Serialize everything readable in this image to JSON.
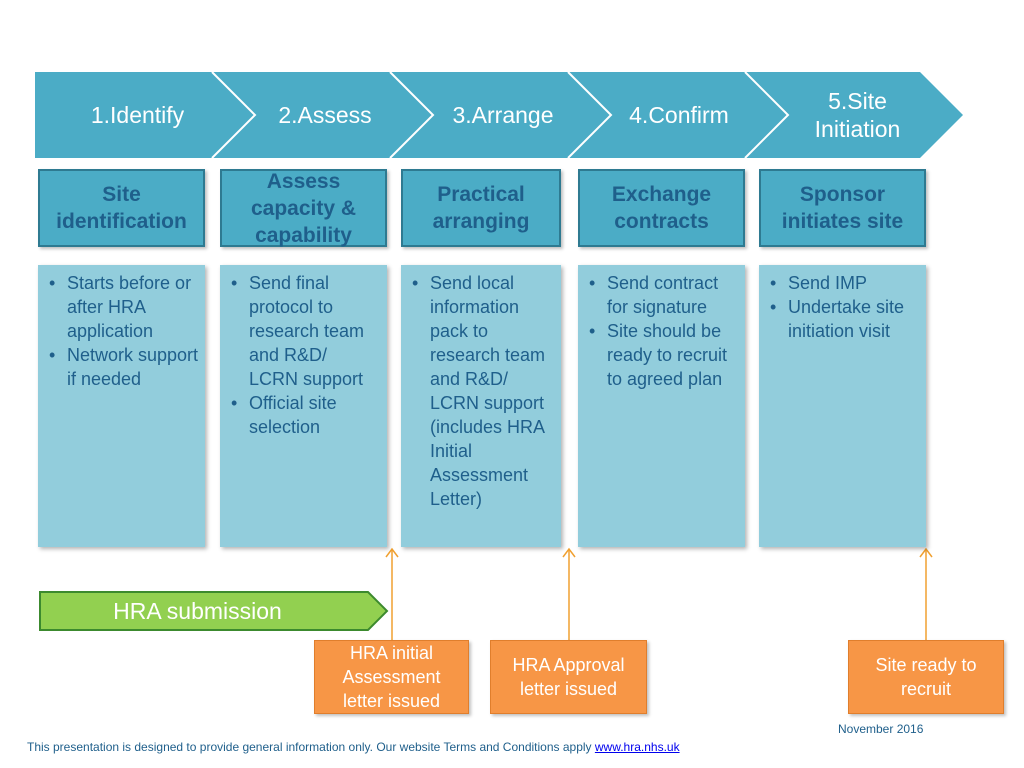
{
  "steps": [
    {
      "label": "1.Identify"
    },
    {
      "label": "2.Assess"
    },
    {
      "label": "3.Arrange"
    },
    {
      "label": "4.Confirm"
    },
    {
      "label": "5.Site\nInitiation"
    }
  ],
  "titles": [
    "Site\nidentification",
    "Assess\ncapacity &\ncapability",
    "Practical\narranging",
    "Exchange\ncontracts",
    "Sponsor\ninitiates site"
  ],
  "details": [
    [
      "Starts before or after HRA application",
      "Network support if needed"
    ],
    [
      "Send final protocol to research team and R&D/ LCRN support",
      "Official site selection"
    ],
    [
      "Send local information pack to research team and R&D/ LCRN support (includes HRA Initial Assessment Letter)"
    ],
    [
      "Send contract for signature",
      "Site should be ready to recruit to agreed plan"
    ],
    [
      "Send IMP",
      "Undertake site initiation visit"
    ]
  ],
  "submission": {
    "label": "HRA submission"
  },
  "milestones": [
    {
      "label": "HRA initial\nAssessment\nletter issued"
    },
    {
      "label": "HRA Approval\nletter issued"
    },
    {
      "label": "Site ready to\nrecruit"
    }
  ],
  "date_note": "November 2016",
  "footer": {
    "text": "This presentation is designed to provide general information only. Our website Terms and Conditions apply ",
    "link_text": "www.hra.nhs.uk"
  },
  "colors": {
    "chevron": "#4bacc6",
    "title_box": "#4bacc6",
    "detail_box": "#92cddc",
    "submission": "#92d050",
    "milestone": "#f79646",
    "arrow": "#f0a030",
    "text_blue": "#1f5f8b"
  }
}
